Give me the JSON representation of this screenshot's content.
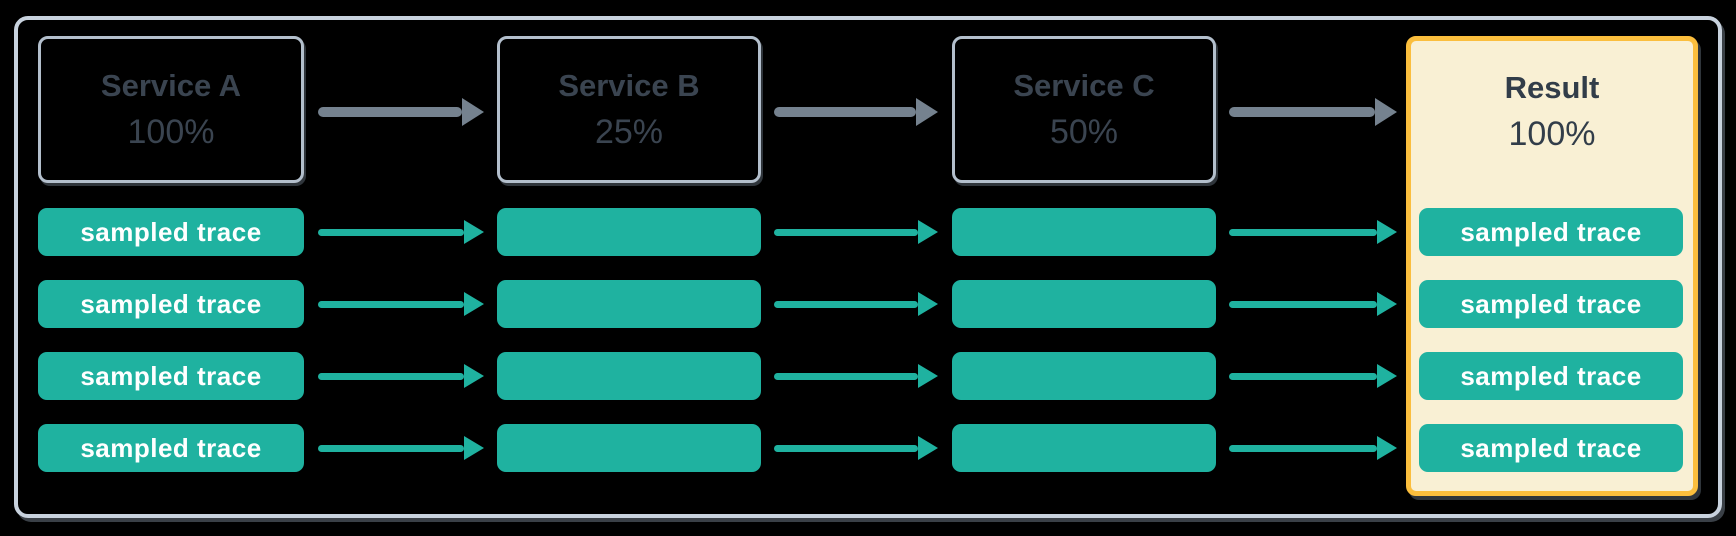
{
  "diagram": {
    "columns": [
      {
        "label": "Service A",
        "percent": "100%",
        "traces": [
          "sampled trace",
          "sampled trace",
          "sampled trace",
          "sampled trace"
        ]
      },
      {
        "label": "Service B",
        "percent": "25%",
        "traces": [
          "",
          "",
          "",
          ""
        ]
      },
      {
        "label": "Service C",
        "percent": "50%",
        "traces": [
          "",
          "",
          "",
          ""
        ]
      },
      {
        "label": "Result",
        "percent": "100%",
        "traces": [
          "sampled trace",
          "sampled trace",
          "sampled trace",
          "sampled trace"
        ]
      }
    ],
    "colors": {
      "background": "#000000",
      "frame_border": "#C8D2DE",
      "service_border": "#B3BFCC",
      "heading_text": "#3A4450",
      "flow_arrow_gray": "#75828F",
      "trace_teal": "#1FB2A0",
      "trace_text": "#FFFFFF",
      "result_border": "#FBBE3D",
      "result_fill": "#F9F0D4"
    }
  }
}
